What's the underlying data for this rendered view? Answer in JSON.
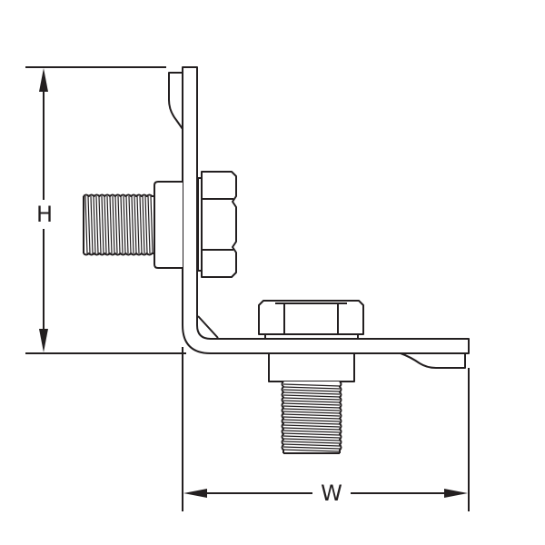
{
  "drawing": {
    "title": "L-bracket with bolts dimension drawing",
    "line_color": "#231f20",
    "background": "#ffffff"
  },
  "dimensions": {
    "height_label": "H",
    "width_label": "W"
  },
  "parts": {
    "bracket": "angle-bracket",
    "upper_bolt": "hex-bolt-horizontal",
    "lower_bolt": "hex-bolt-vertical"
  }
}
